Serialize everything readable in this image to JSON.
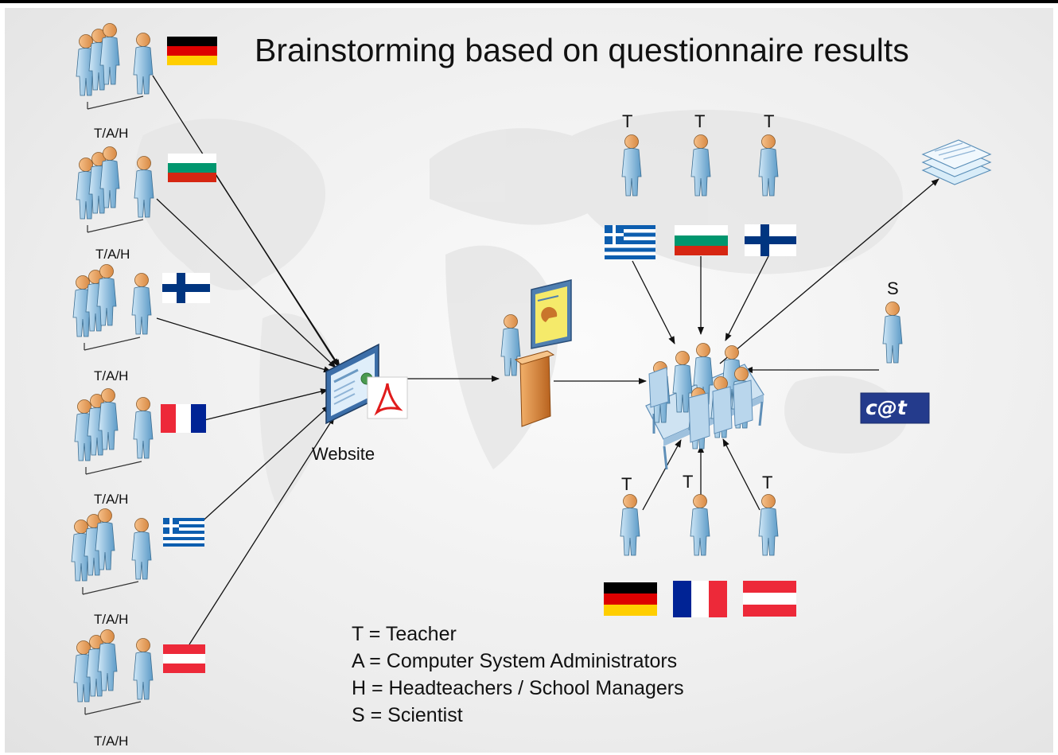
{
  "title": "Brainstorming based on questionnaire results",
  "groups": [
    {
      "label": "T/A/H",
      "flag": "germany"
    },
    {
      "label": "T/A/H",
      "flag": "bulgaria"
    },
    {
      "label": "T/A/H",
      "flag": "finland"
    },
    {
      "label": "T/A/H",
      "flag": "france"
    },
    {
      "label": "T/A/H",
      "flag": "greece"
    },
    {
      "label": "T/A/H",
      "flag": "austria"
    }
  ],
  "website_label": "Website",
  "meeting": {
    "top_roles": [
      "T",
      "T",
      "T"
    ],
    "top_flags": [
      "greece",
      "bulgaria",
      "finland"
    ],
    "bottom_roles": [
      "T",
      "T",
      "T"
    ],
    "bottom_flags": [
      "germany",
      "france",
      "austria"
    ],
    "scientist_role": "S",
    "scientist_logo": "c@t"
  },
  "legend": [
    "T = Teacher",
    "A = Computer System Administrators",
    "H = Headteachers / School Managers",
    "S = Scientist"
  ],
  "icons": [
    "person-icon",
    "flag-icon",
    "website-icon",
    "pdf-icon",
    "presenter-icon",
    "meeting-table-icon",
    "documents-icon"
  ],
  "colors": {
    "figure_body": "#8ec0e4",
    "figure_head": "#e8a96a",
    "arrow": "#111111"
  }
}
